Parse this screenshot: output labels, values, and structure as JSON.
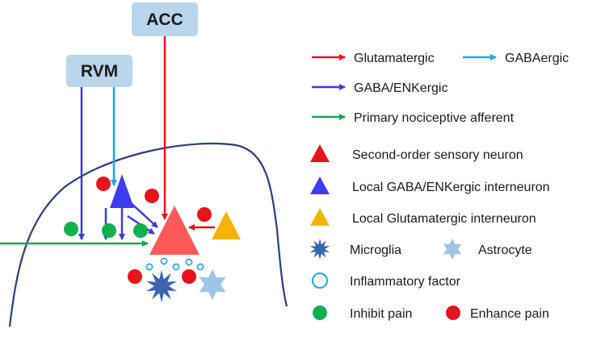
{
  "sources": {
    "acc": "ACC",
    "rvm": "RVM"
  },
  "legend": {
    "glutamatergic": "Glutamatergic",
    "gabaergic": "GABAergic",
    "gaba_enkergic": "GABA/ENKergic",
    "primary_afferent": "Primary nociceptive afferent",
    "second_order_neuron": "Second-order sensory neuron",
    "local_gaba_interneuron": "Local GABA/ENKergic  interneuron",
    "local_glut_interneuron": "Local Glutamatergic  interneuron",
    "microglia": "Microglia",
    "astrocyte": "Astrocyte",
    "inflammatory_factor": "Inflammatory  factor",
    "inhibit_pain": "Inhibit pain",
    "enhance_pain": "Enhance pain"
  },
  "colors": {
    "glutamatergic": "#e8141b",
    "gabaergic": "#19a9e8",
    "gaba_enkergic": "#3c3cdc",
    "primary_afferent": "#14a850",
    "second_order_neuron": "#ff5a5a",
    "local_gaba_interneuron": "#3c3cf0",
    "local_glut_interneuron": "#f5b400",
    "microglia": "#3a64b4",
    "astrocyte": "#9ec4e6",
    "inflammatory_factor": "#19a9e8",
    "inhibit_pain": "#14b050",
    "enhance_pain": "#e8141b",
    "source_box": "#b9d5ec",
    "dorsal_horn_outline": "#2a3f80"
  }
}
